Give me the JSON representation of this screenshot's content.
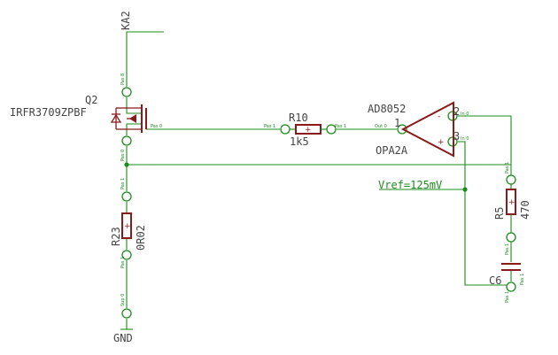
{
  "nets": {
    "ka2": "KA2",
    "gnd": "GND",
    "vref": "Vref=125mV"
  },
  "q2": {
    "ref": "Q2",
    "value": "IRFR3709ZPBF",
    "pin_drain": "Pas 8",
    "pin_gate": "Pas 0",
    "pin_source": "Pas 0"
  },
  "r10": {
    "ref": "R10",
    "value": "1k5",
    "pin_a": "Pas 1",
    "pin_b": "Pas 1"
  },
  "opamp": {
    "part": "AD8052",
    "ref": "OPA2A",
    "pin_out": "Out 0",
    "pin_out_num": "1",
    "pin_inm": "In 0",
    "pin_inm_num": "2",
    "pin_inp": "In 0",
    "pin_inp_num": "3",
    "minus": "-",
    "plus": "+"
  },
  "r23": {
    "ref": "R23",
    "value": "0R02",
    "pin_top": "Pas 1",
    "pin_bot": "Pas 1",
    "pin_gnd": "Sup 0"
  },
  "r5": {
    "ref": "R5",
    "value": "470",
    "pin_top": "Pas 1",
    "pin_bot": "Pas 1"
  },
  "c6": {
    "ref": "C6",
    "pin_top": "Pas 1",
    "pin_bot": "Pas 1"
  },
  "colors": {
    "wire": "#1a8c1a",
    "component": "#8b1a1a",
    "text": "#444444"
  }
}
